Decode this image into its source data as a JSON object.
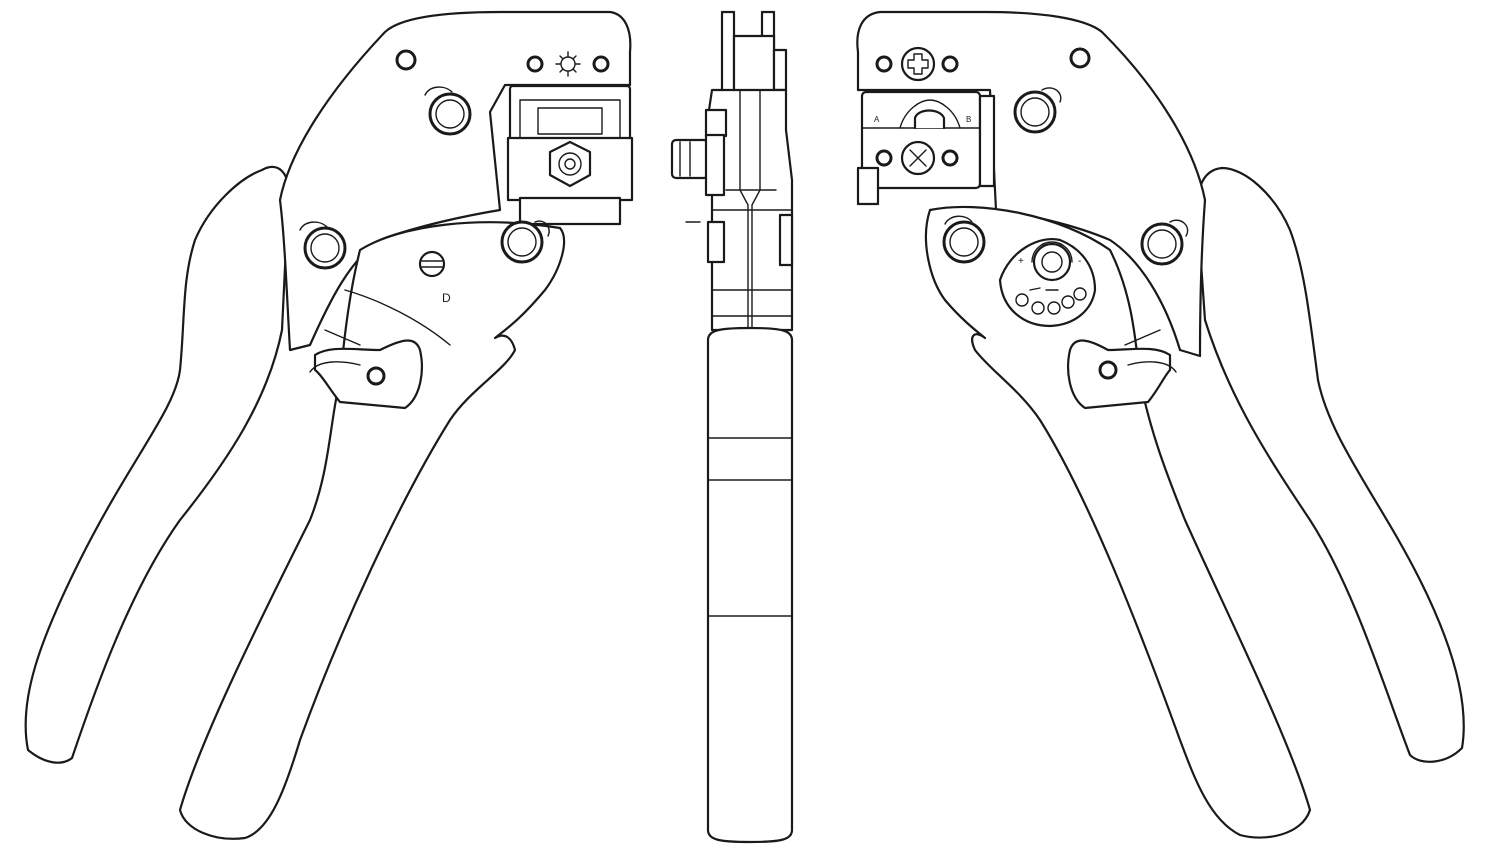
{
  "views": {
    "left": {
      "label_d": "D"
    },
    "right": {
      "label_a": "A",
      "label_b": "B",
      "dial_plus": "+",
      "dial_minus": "-"
    }
  },
  "colors": {
    "line": "#1a1a1a",
    "background": "#ffffff"
  }
}
